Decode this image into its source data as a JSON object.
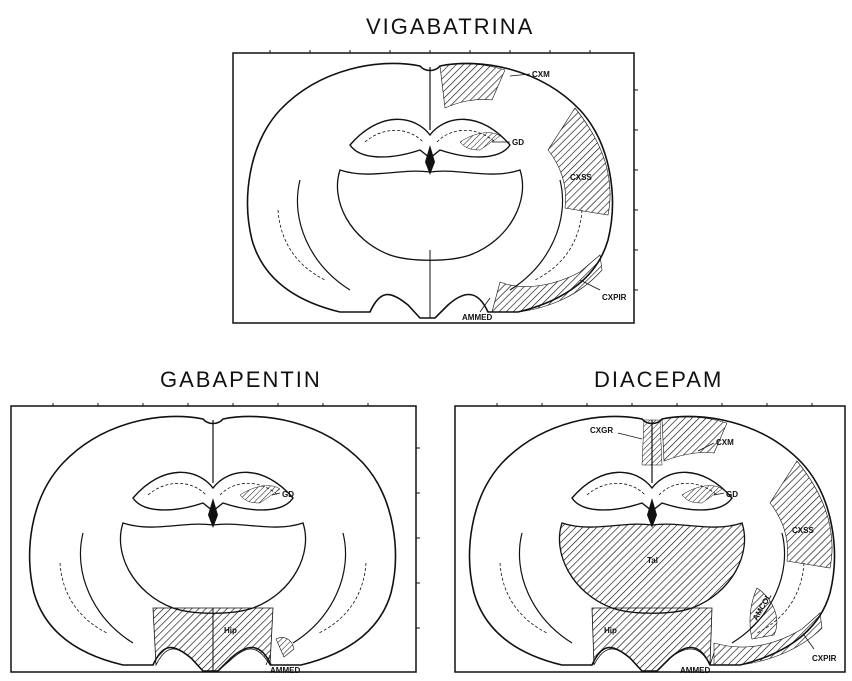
{
  "figure": {
    "panels": [
      {
        "title": "VIGABATRINA",
        "labels": {
          "cxm": "CXM",
          "gd": "GD",
          "cxss": "CXSS",
          "cxpir": "CXPIR",
          "ammed": "AMMED"
        }
      },
      {
        "title": "GABAPENTIN",
        "labels": {
          "gd": "GD",
          "hip": "Hip",
          "ammed": "AMMED"
        }
      },
      {
        "title": "DIACEPAM",
        "labels": {
          "cxgr": "CXGR",
          "cxm": "CXM",
          "gd": "GD",
          "cxss": "CXSS",
          "tal": "Tal",
          "amcol": "AMCOL",
          "hip": "Hip",
          "ammed": "AMMED",
          "cxpir": "CXPIR"
        }
      }
    ]
  }
}
